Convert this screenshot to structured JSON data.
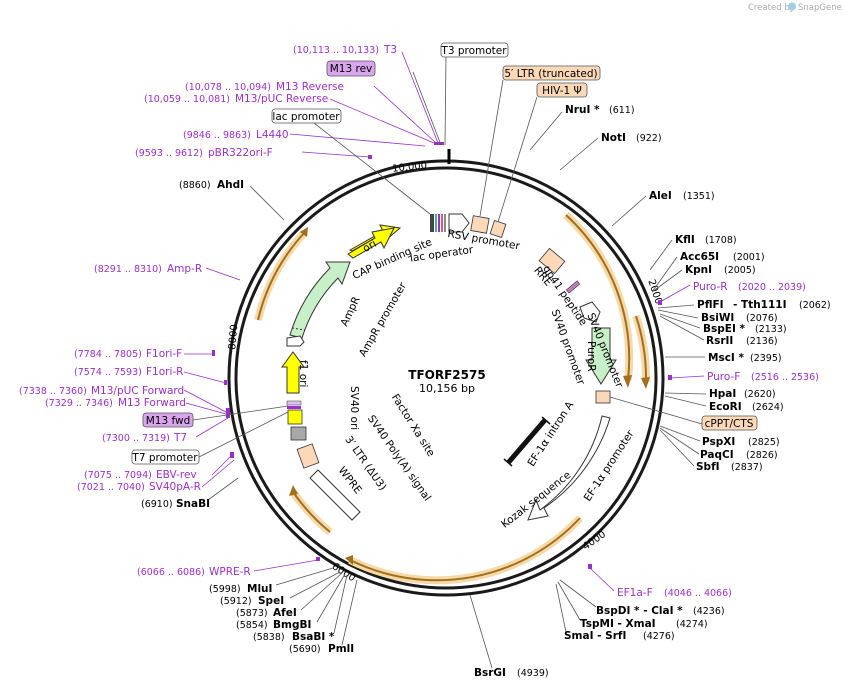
{
  "credit": {
    "prefix": "Created by",
    "brand": "SnapGene"
  },
  "plasmid": {
    "name": "TFORF2575",
    "length_label": "10,156 bp"
  },
  "ticks": [
    "10,000",
    "2000",
    "4000",
    "6000",
    "8000"
  ],
  "enzymes_right": [
    {
      "name": "NruI *",
      "pos": "(611)"
    },
    {
      "name": "NotI",
      "pos": "(922)"
    },
    {
      "name": "AleI",
      "pos": "(1351)"
    },
    {
      "name": "KflI",
      "pos": "(1708)"
    },
    {
      "name": "Acc65I",
      "pos": "(2001)"
    },
    {
      "name": "KpnI",
      "pos": "(2005)"
    },
    {
      "name": "PflFI",
      "pos": ""
    },
    {
      "name": "- Tth111I",
      "pos": "(2062)"
    },
    {
      "name": "BsiWI",
      "pos": "(2076)"
    },
    {
      "name": "BspEI *",
      "pos": "(2133)"
    },
    {
      "name": "RsrII",
      "pos": "(2136)"
    },
    {
      "name": "MscI *",
      "pos": "(2395)"
    },
    {
      "name": "HpaI",
      "pos": "(2620)"
    },
    {
      "name": "EcoRI",
      "pos": "(2624)"
    },
    {
      "name": "PspXI",
      "pos": "(2825)"
    },
    {
      "name": "PaqCI",
      "pos": "(2826)"
    },
    {
      "name": "SbfI",
      "pos": "(2837)"
    }
  ],
  "enzymes_bottom": [
    {
      "name": "BspDI * - ClaI *",
      "pos": "(4236)"
    },
    {
      "name": "TspMI - XmaI",
      "pos": "(4274)"
    },
    {
      "name": "SmaI - SrfI",
      "pos": "(4276)"
    },
    {
      "name": "BsrGI",
      "pos": "(4939)"
    },
    {
      "name": "PmlI",
      "pos": "(5690)"
    },
    {
      "name": "BsaBI *",
      "pos": "(5838)"
    },
    {
      "name": "BmgBI",
      "pos": "(5854)"
    },
    {
      "name": "AfeI",
      "pos": "(5873)"
    },
    {
      "name": "SpeI",
      "pos": "(5912)"
    },
    {
      "name": "MluI",
      "pos": "(5998)"
    }
  ],
  "enzymes_left": [
    {
      "name": "SnaBI",
      "pos": "(6910)"
    },
    {
      "name": "AhdI",
      "pos": "(8860)"
    }
  ],
  "primers": [
    {
      "name": "T3",
      "pos": "(10,113 .. 10,133)"
    },
    {
      "name": "M13 Reverse",
      "pos": "(10,078 .. 10,094)"
    },
    {
      "name": "M13/pUC Reverse",
      "pos": "(10,059 .. 10,081)"
    },
    {
      "name": "L4440",
      "pos": "(9846 .. 9863)"
    },
    {
      "name": "pBR322ori-F",
      "pos": "(9593 .. 9612)"
    },
    {
      "name": "Amp-R",
      "pos": "(8291 .. 8310)"
    },
    {
      "name": "F1ori-F",
      "pos": "(7784 .. 7805)"
    },
    {
      "name": "F1ori-R",
      "pos": "(7574 .. 7593)"
    },
    {
      "name": "M13/pUC Forward",
      "pos": "(7338 .. 7360)"
    },
    {
      "name": "M13 Forward",
      "pos": "(7329 .. 7346)"
    },
    {
      "name": "T7",
      "pos": "(7300 .. 7319)"
    },
    {
      "name": "EBV-rev",
      "pos": "(7075 .. 7094)"
    },
    {
      "name": "SV40pA-R",
      "pos": "(7021 .. 7040)"
    },
    {
      "name": "WPRE-R",
      "pos": "(6066 .. 6086)"
    },
    {
      "name": "Puro-R",
      "pos": "(2020 .. 2039)"
    },
    {
      "name": "Puro-F",
      "pos": "(2516 .. 2536)"
    },
    {
      "name": "EF1a-F",
      "pos": "(4046 .. 4066)"
    }
  ],
  "boxed_labels": {
    "m13_rev": "M13 rev",
    "t3_promoter": "T3 promoter",
    "ltr5": "5′ LTR (truncated)",
    "hiv": "HIV-1 Ψ",
    "lac_promoter": "lac promoter",
    "cppt": "cPPT/CTS",
    "m13_fwd": "M13 fwd",
    "t7_promoter": "T7 promoter"
  },
  "features": {
    "ori": "ori",
    "cap": "CAP binding site",
    "lac_operator": "lac operator",
    "rsv": "RSV promoter",
    "rre": "RRE",
    "gp41": "gp41 peptide",
    "sv40_promoter_a": "SV40 promoter",
    "sv40_promoter_b": "SV40 promoter",
    "puror": "PuroR",
    "ampr": "AmpR",
    "ampr_promoter": "AmpR promoter",
    "f1": "f1 ori",
    "sv40ori": "SV40 ori",
    "factor_xa": "Factor Xa site",
    "sv40polya": "SV40 Poly(A) signal",
    "ltr3": "3′ LTR (ΔU3)",
    "wpre": "WPRE",
    "ef1_intron": "EF-1α intron A",
    "ef1_promoter": "EF-1α promoter",
    "kozak": "Kozak sequence"
  }
}
